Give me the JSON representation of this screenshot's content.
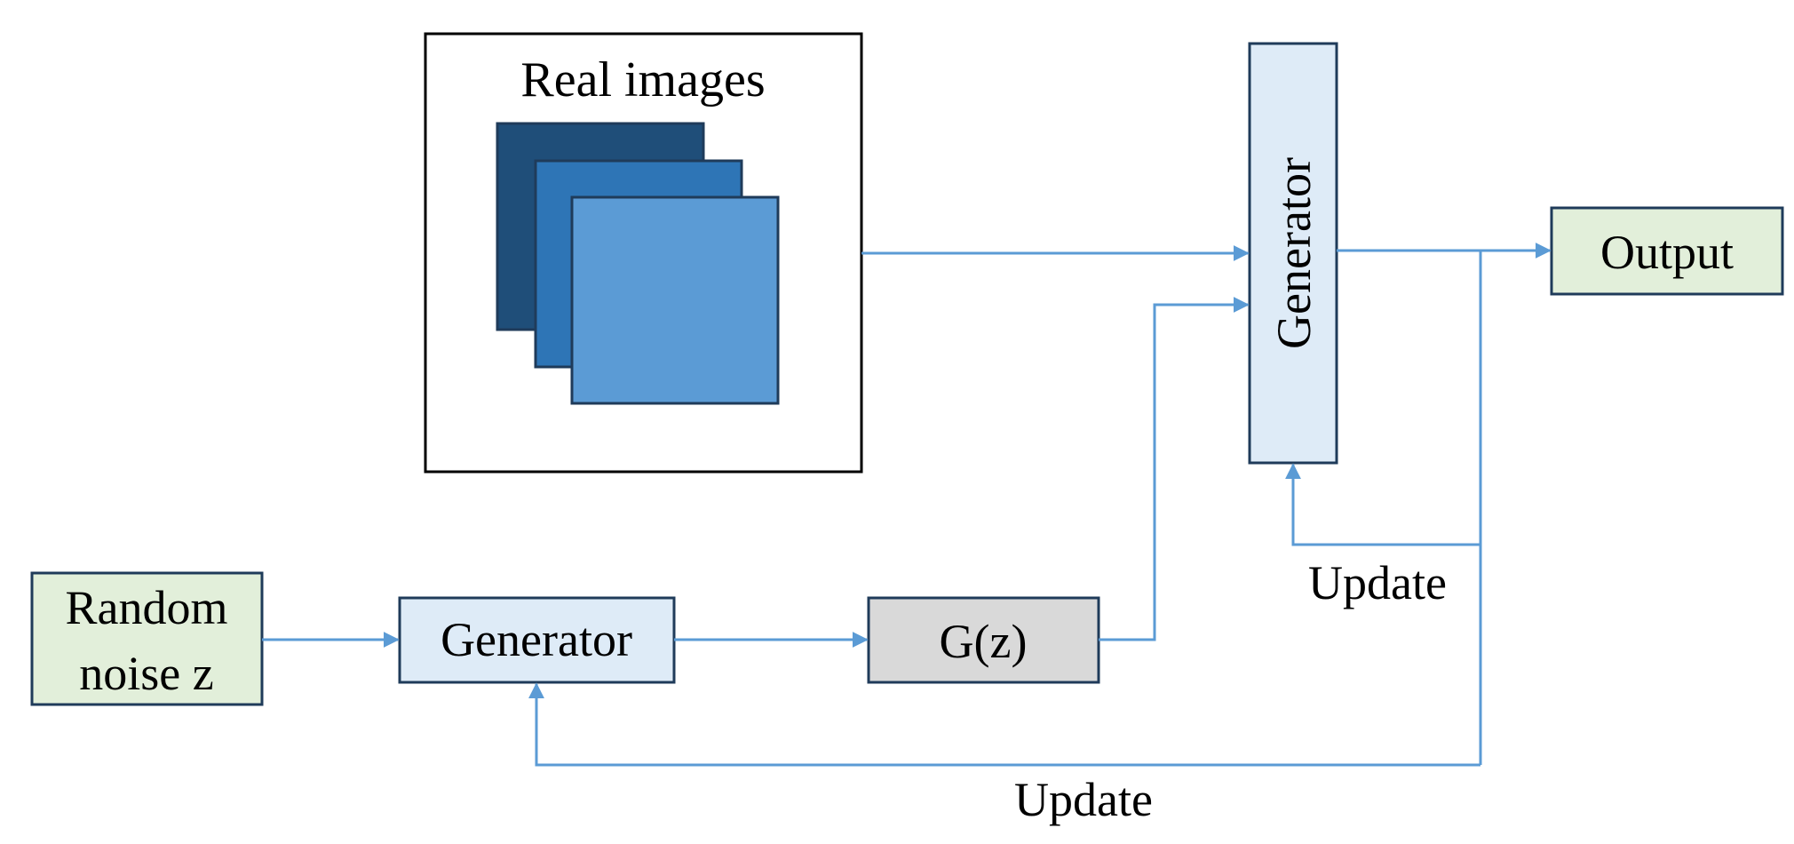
{
  "colors": {
    "arrow": "#5b9bd5",
    "border": "#1f3b5a",
    "green_box": "#e2efda",
    "blue_box": "#deebf7",
    "gray_box": "#d9d9d9",
    "stack_dark": "#1f4e79",
    "stack_mid": "#2e75b6",
    "stack_light": "#5b9bd5"
  },
  "real_images": {
    "label": "Real images",
    "icon": "image-stack-icon"
  },
  "noise": {
    "line1": "Random",
    "line2": "noise z"
  },
  "generator_bottom": {
    "label": "Generator"
  },
  "gz": {
    "label": "G(z)"
  },
  "generator_top": {
    "label": "Generator"
  },
  "output": {
    "label": "Output"
  },
  "update_labels": {
    "right": "Update",
    "bottom": "Update"
  }
}
